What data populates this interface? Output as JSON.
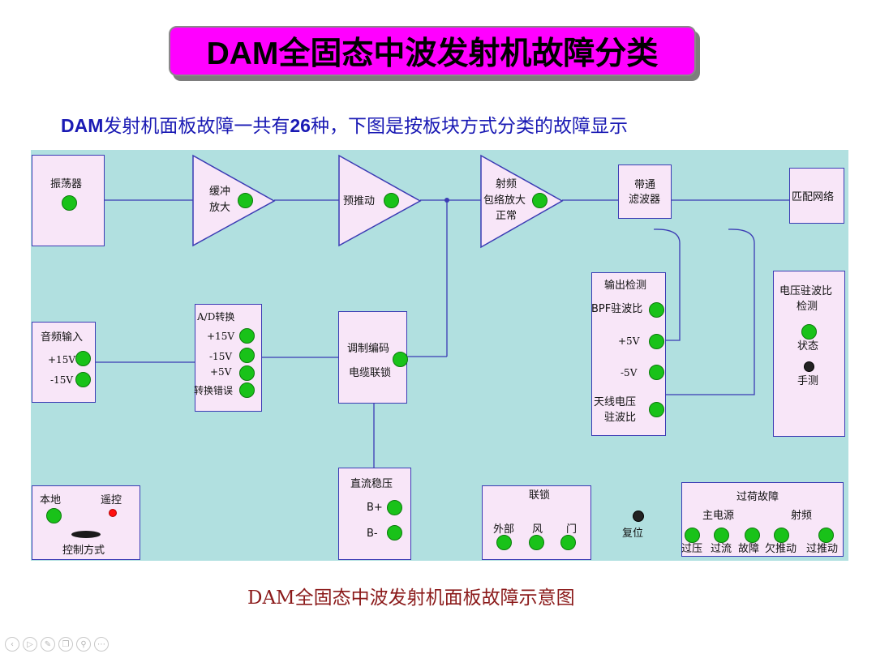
{
  "title": "DAM全固态中波发射机故障分类",
  "subtitle_prefix": "DAM",
  "subtitle_mid": "发射机面板故障一共有",
  "subtitle_num": "26",
  "subtitle_suffix": "种，下图是按板块方式分类的故障显示",
  "caption": "DAM全固态中波发射机面板故障示意图",
  "blocks": {
    "oscillator": "振荡器",
    "buffer": [
      "缓冲",
      "放大"
    ],
    "predriver": "预推动",
    "rf": [
      "射频",
      "包络放大",
      "正常"
    ],
    "bandpass": [
      "带通",
      "滤波器"
    ],
    "matching": "匹配网络",
    "audio_input": {
      "title": "音频输入",
      "plus": "+15V",
      "minus": "-15V"
    },
    "ad_convert": {
      "title": "A/D转换",
      "plus15": "+15V",
      "minus15": "-15V",
      "plus5": "+5V",
      "error": "转换错误"
    },
    "modulator": [
      "调制编码",
      "电缆联锁"
    ],
    "output_detect": {
      "title": "输出检测",
      "bpf": "BPF驻波比",
      "plus5": "+5V",
      "minus5": "-5V",
      "antenna": [
        "天线电压",
        "驻波比"
      ]
    },
    "vswr": {
      "title": [
        "电压驻波比",
        "检测"
      ],
      "state": "状态",
      "manual": "手测"
    },
    "dc_regulator": {
      "title": "直流稳压",
      "bplus": "B+",
      "bminus": "B-"
    },
    "control_mode": {
      "local": "本地",
      "remote": "遥控",
      "title": "控制方式"
    },
    "interlock": {
      "title": "联锁",
      "outer": "外部",
      "wind": "风",
      "door": "门"
    },
    "reset": "复位",
    "overload": {
      "title": "过荷故障",
      "main_power": "主电源",
      "rf": "射频",
      "items": [
        "过压",
        "过流",
        "故障",
        "欠推动",
        "过推动"
      ]
    }
  },
  "colors": {
    "led_ok": "#19c219",
    "led_alarm": "#ff1010",
    "panel": "#b1e0e0",
    "block": "#f8e6f8",
    "title_bg": "#ff00ff"
  },
  "toolbar_icons": [
    "prev-icon",
    "play-icon",
    "pen-icon",
    "copy-icon",
    "zoom-icon",
    "more-icon"
  ]
}
